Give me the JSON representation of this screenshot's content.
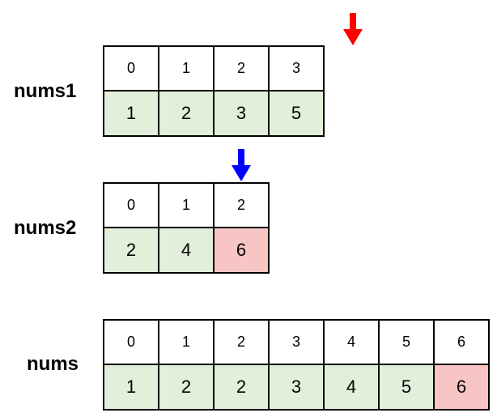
{
  "colors": {
    "cell_default": "#e2efda",
    "cell_highlight": "#f8c5c5",
    "index_cell": "#ffffff",
    "pointer_nums1": "#ff0000",
    "pointer_nums2": "#0000ff"
  },
  "arrays": [
    {
      "label": "nums1",
      "indices": [
        "0",
        "1",
        "2",
        "3"
      ],
      "values": [
        "1",
        "2",
        "3",
        "5"
      ],
      "highlight_index": -1
    },
    {
      "label": "nums2",
      "indices": [
        "0",
        "1",
        "2"
      ],
      "values": [
        "2",
        "4",
        "6"
      ],
      "highlight_index": 2
    },
    {
      "label": "nums",
      "indices": [
        "0",
        "1",
        "2",
        "3",
        "4",
        "5",
        "6"
      ],
      "values": [
        "1",
        "2",
        "2",
        "3",
        "4",
        "5",
        "6"
      ],
      "highlight_index": 6
    }
  ],
  "pointers": [
    {
      "name": "nums1-pointer-arrow",
      "array": 0,
      "points_at_index": 4,
      "color": "red"
    },
    {
      "name": "nums2-pointer-arrow",
      "array": 1,
      "points_at_index": 2,
      "color": "blue"
    }
  ]
}
